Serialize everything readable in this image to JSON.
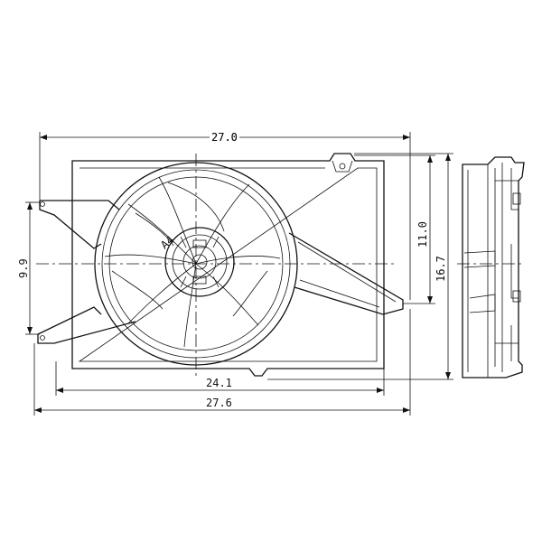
{
  "drawing": {
    "dimensions": {
      "overall_width_top": "27.0",
      "overall_width_bottom": "27.6",
      "shroud_width": "24.1",
      "mount_spacing_left": "9.9",
      "height_upper": "11.0",
      "overall_height": "16.7"
    },
    "motor_label": "A4"
  },
  "colors": {
    "line": "#111111",
    "background": "#ffffff"
  }
}
